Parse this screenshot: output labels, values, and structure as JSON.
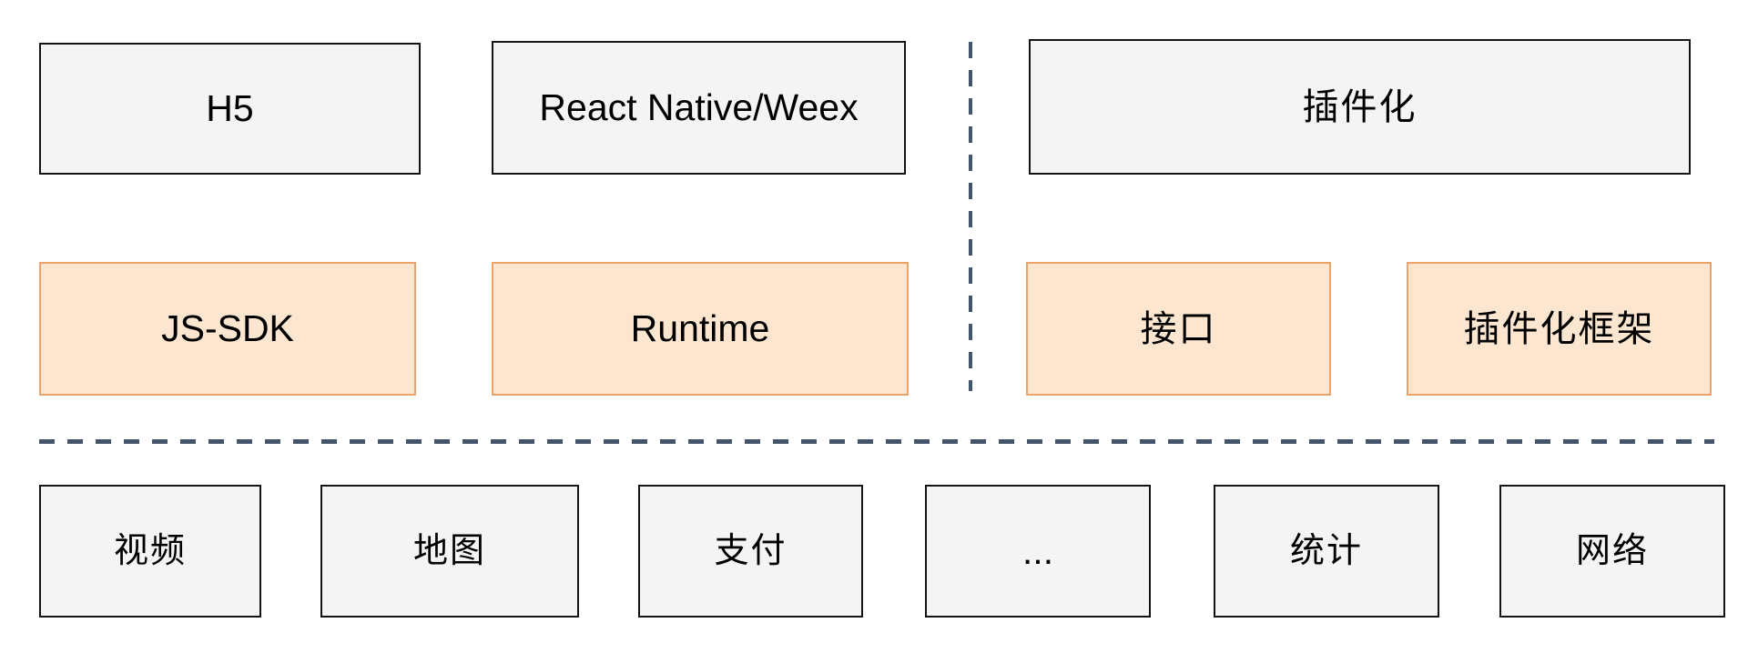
{
  "diagram": {
    "top_row": [
      {
        "label": "H5"
      },
      {
        "label": "React Native/Weex"
      },
      {
        "label": "插件化"
      }
    ],
    "middle_row": [
      {
        "label": "JS-SDK"
      },
      {
        "label": "Runtime"
      },
      {
        "label": "接口"
      },
      {
        "label": "插件化框架"
      }
    ],
    "bottom_row": [
      {
        "label": "视频"
      },
      {
        "label": "地图"
      },
      {
        "label": "支付"
      },
      {
        "label": "..."
      },
      {
        "label": "统计"
      },
      {
        "label": "网络"
      }
    ],
    "colors": {
      "box_fill_gray": "#f4f4f4",
      "box_border_dark": "#141414",
      "box_fill_orange": "#fce6d0",
      "box_border_orange": "#eda269",
      "dashed_line": "#44546a",
      "background": "#ffffff",
      "text": "#000000"
    }
  }
}
